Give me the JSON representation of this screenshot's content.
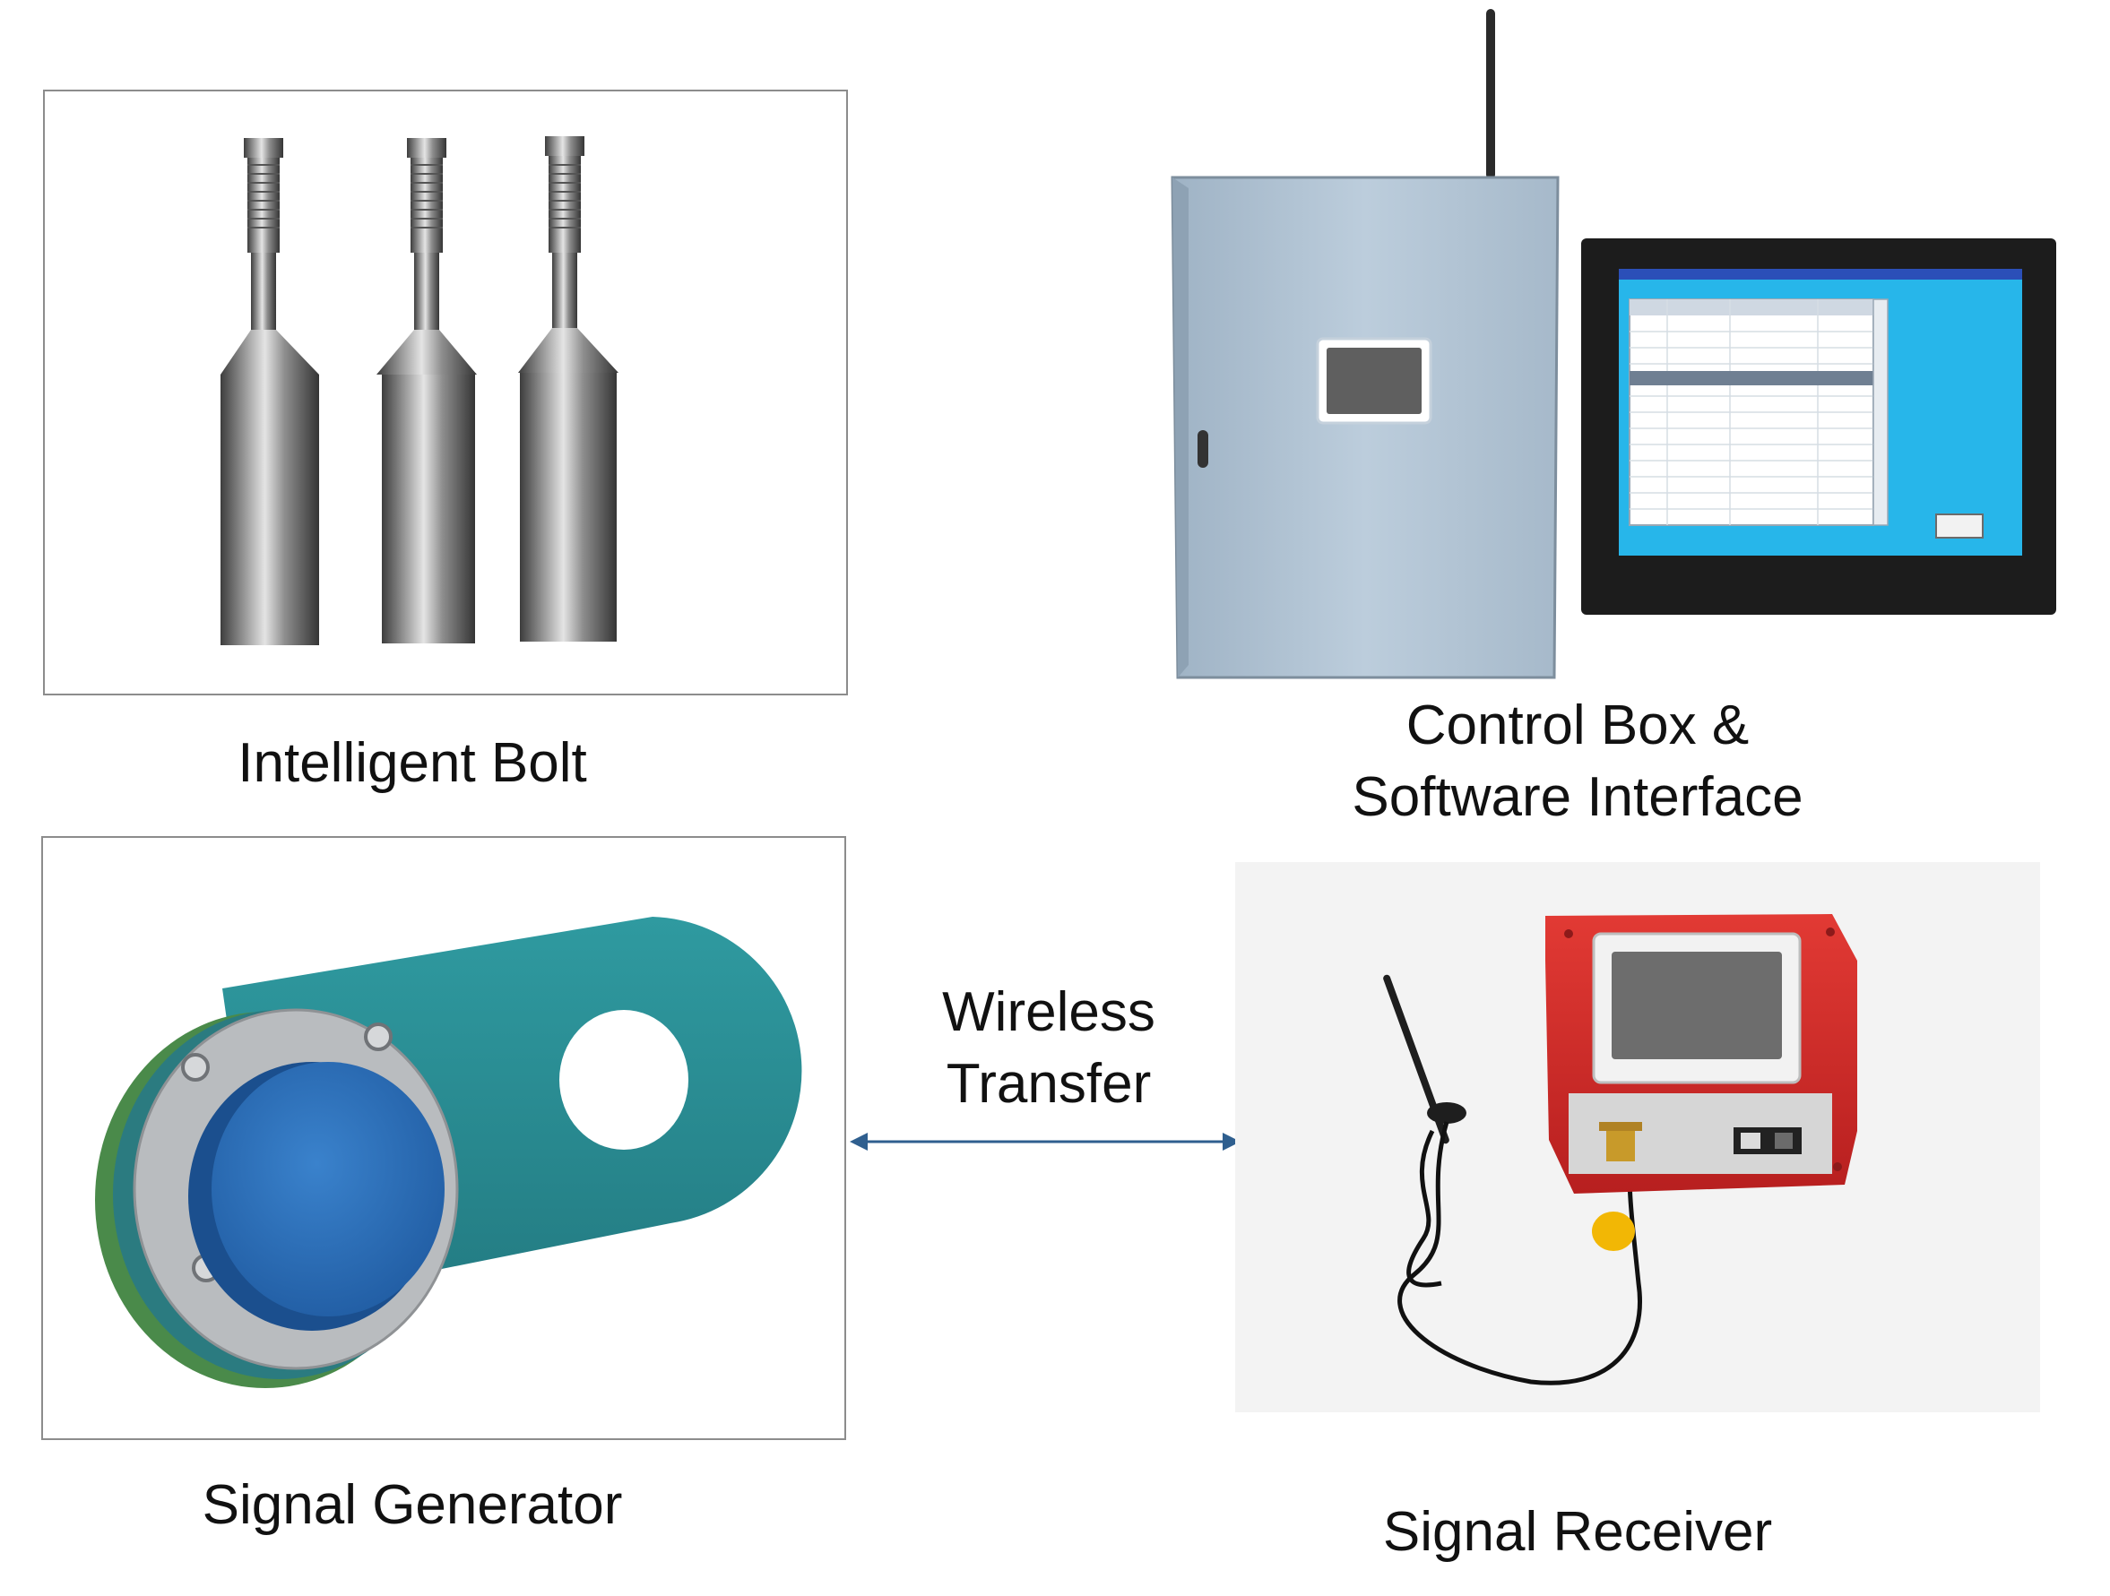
{
  "captions": {
    "intelligent_bolt": "Intelligent Bolt",
    "control_box_line1": "Control Box &",
    "control_box_line2": "Software Interface",
    "signal_generator": "Signal Generator",
    "signal_receiver": "Signal Receiver",
    "wireless_line1": "Wireless",
    "wireless_line2": "Transfer"
  },
  "icons": {
    "bolts": "bolt-icon",
    "control_box": "control-cabinet-icon",
    "monitor": "monitor-software-icon",
    "generator": "signal-generator-icon",
    "receiver": "signal-receiver-icon",
    "arrow": "double-arrow-icon"
  },
  "colors": {
    "frame_border": "#8c8c8c",
    "arrow": "#2f5f8f",
    "cabinet": "#b3c6d6",
    "monitor_screen": "#27b6ea",
    "generator_body": "#2a8f95",
    "generator_cap": "#2c6bb3",
    "receiver_case": "#d62a2a"
  }
}
